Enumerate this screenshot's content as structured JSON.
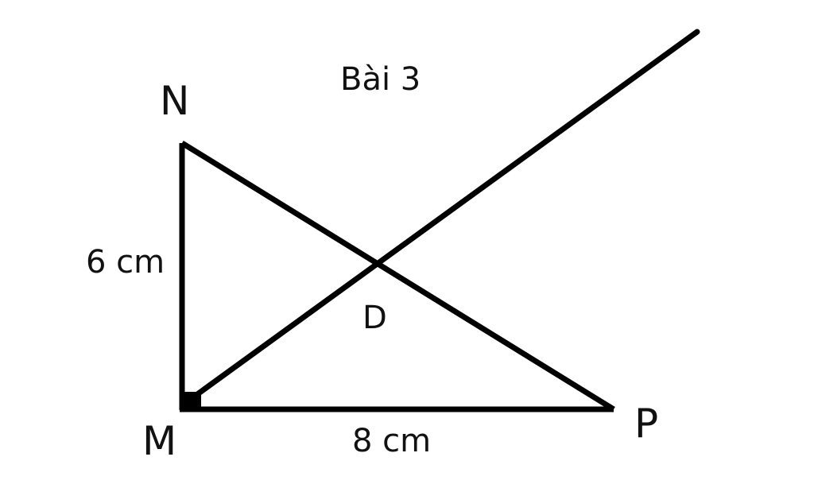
{
  "title": "Bài 3",
  "points": {
    "N": "N",
    "M": "M",
    "P": "P",
    "D": "D"
  },
  "lengths": {
    "MN": "6 cm",
    "MP": "8 cm"
  },
  "colors": {
    "stroke": "#000000",
    "text": "#111111",
    "background": "#ffffff"
  }
}
